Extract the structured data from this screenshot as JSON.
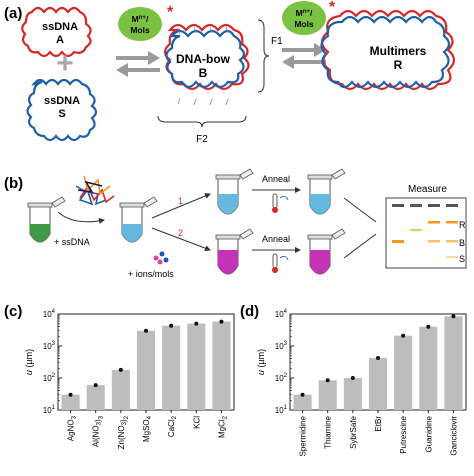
{
  "panel_a": {
    "label": "(a)",
    "ssdna_a": [
      "ssDNA",
      "A"
    ],
    "ssdna_s": [
      "ssDNA",
      "S"
    ],
    "plus": "+",
    "badge_text": [
      "M",
      "n+",
      "/",
      "Mols"
    ],
    "asterisk": "*",
    "dnabow": [
      "DNA-bow",
      "B"
    ],
    "f1": "F1",
    "f2": "F2",
    "multimers": [
      "Multimers",
      "R"
    ],
    "colors": {
      "red": "#d62828",
      "blue": "#1f5fa8",
      "green": "#7cc242",
      "arrow": "#9a9a9a"
    }
  },
  "panel_b": {
    "label": "(b)",
    "plus_ssdna": "+ ssDNA",
    "plus_ions": "+ ions/mols",
    "route1": "1",
    "route2": "2",
    "anneal": "Anneal",
    "measure": "Measure",
    "gel_labels": [
      "R",
      "B",
      "S"
    ],
    "colors": {
      "green_tube": "#3f9a48",
      "blue_tube": "#67b8de",
      "magenta_tube": "#c233b8",
      "gel_band": "#f39a1c"
    }
  },
  "panel_c": {
    "label": "(c)",
    "ylabel": "u (µm)",
    "categories": [
      "AgNO3",
      "Al(NO3)3",
      "Zn(NO3)2",
      "MgSO4",
      "CaCl2",
      "KCl",
      "MgCl2"
    ]
  },
  "panel_d": {
    "label": "(d)",
    "ylabel": "u (µm)",
    "categories": [
      "Spermidine",
      "Thiamine",
      "SybrSafe",
      "EtBr",
      "Putrescine",
      "Guanidine",
      "Ganciclovir"
    ]
  },
  "chart_data": [
    {
      "type": "bar",
      "panel": "(c)",
      "categories": [
        "AgNO3",
        "Al(NO3)3",
        "Zn(NO3)2",
        "MgSO4",
        "CaCl2",
        "KCl",
        "MgCl2"
      ],
      "values": [
        30,
        60,
        180,
        3000,
        4300,
        5000,
        5800
      ],
      "ylabel": "u (µm)",
      "yscale": "log",
      "ylim": [
        10,
        10000
      ],
      "yticks": [
        "10^1",
        "10^2",
        "10^3",
        "10^4"
      ]
    },
    {
      "type": "bar",
      "panel": "(d)",
      "categories": [
        "Spermidine",
        "Thiamine",
        "SybrSafe",
        "EtBr",
        "Putrescine",
        "Guanidine",
        "Ganciclovir"
      ],
      "values": [
        30,
        85,
        100,
        420,
        2100,
        4000,
        8500
      ],
      "ylabel": "u (µm)",
      "yscale": "log",
      "ylim": [
        10,
        10000
      ],
      "yticks": [
        "10^1",
        "10^2",
        "10^3",
        "10^4"
      ]
    }
  ]
}
